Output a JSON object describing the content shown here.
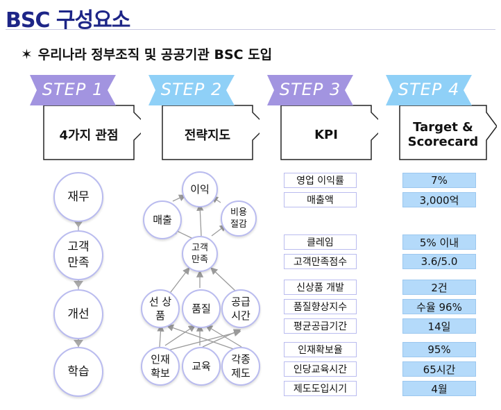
{
  "title": "BSC 구성요소",
  "subtitle": "우리나라 정부조직 및 공공기관 BSC 도입",
  "steps": [
    {
      "tag": "STEP 1",
      "label": "4가지 관점"
    },
    {
      "tag": "STEP 2",
      "label": "전략지도"
    },
    {
      "tag": "STEP 3",
      "label": "KPI"
    },
    {
      "tag": "STEP 4",
      "label": "Target & Scorecard"
    }
  ],
  "perspectives": [
    "재무",
    "고객 만족",
    "개선",
    "학습"
  ],
  "strategy_map": {
    "profit": "이익",
    "sales": "매출",
    "cost_saving": "비용 절감",
    "customer": "고객 만족",
    "first_launch": "선 상품",
    "quality": "품질",
    "supply_time": "공급 시간",
    "talent": "인재 확보",
    "education": "교육",
    "systems": "각종 제도"
  },
  "kpi_targets": [
    {
      "kpi": "영업 이익률",
      "target": "7%"
    },
    {
      "kpi": "매출액",
      "target": "3,000억"
    },
    {
      "kpi": "클레임",
      "target": "5% 이내"
    },
    {
      "kpi": "고객만족점수",
      "target": "3.6/5.0"
    },
    {
      "kpi": "신상품 개발",
      "target": "2건"
    },
    {
      "kpi": "품질향상지수",
      "target": "수율 96%"
    },
    {
      "kpi": "평균공급기간",
      "target": "14일"
    },
    {
      "kpi": "인재확보율",
      "target": "95%"
    },
    {
      "kpi": "인당교육시간",
      "target": "65시간"
    },
    {
      "kpi": "제도도입시기",
      "target": "4월"
    }
  ],
  "colors": {
    "title": "#1d2587",
    "step_tag_purple": "#a294e0",
    "step_tag_blue": "#8fd0f7",
    "circle_border": "#b9bbef",
    "target_fill": "#b4dafa"
  }
}
